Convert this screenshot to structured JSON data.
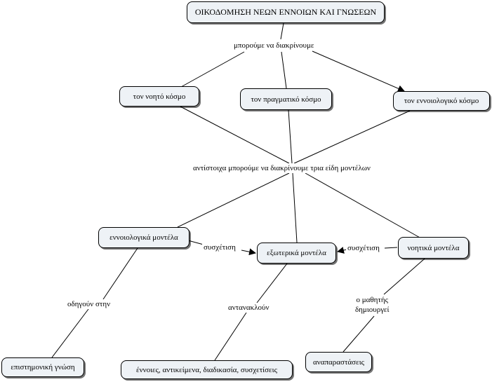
{
  "nodes": {
    "root": "ΟΙΚΟΔΟΜΗΣΗ ΝΕΩΝ ΕΝΝΟΙΩΝ ΚΑΙ ΓΝΩΣΕΩΝ",
    "noetos_kosmos": "τον νοητό κόσμο",
    "pragmatikos_kosmos": "τον πραγματικό κόσμο",
    "ennoiologikos_kosmos": "τον εννοιολογικό κόσμο",
    "ennoiologika_montela": "εννοιολογικά μοντέλα",
    "exoterika_montela": "εξωτερικά μοντέλα",
    "noetika_montela": "νοητικά μοντέλα",
    "epistimoniki_gnosi": "επιστημονική γνώση",
    "ennoies": "έννοιες, αντικείμενα, διαδικασία, συσχετίσεις",
    "anaparastaseis": "αναπαραστάσεις"
  },
  "links": {
    "diakrinoume": "μπορούμε να διακρίνουμε",
    "tria_eidi": "αντίστοιχα μπορούμε να διακρίνουμε τρια είδη μοντέλων",
    "sysxetisi_left": "συσχέτιση",
    "sysxetisi_right": "συσχέτιση",
    "odigoun": "οδηγούν στην",
    "antanaklon": "αντανακλούν",
    "mathitis_line1": "ο μαθητής",
    "mathitis_line2": "δημιουργεί"
  }
}
